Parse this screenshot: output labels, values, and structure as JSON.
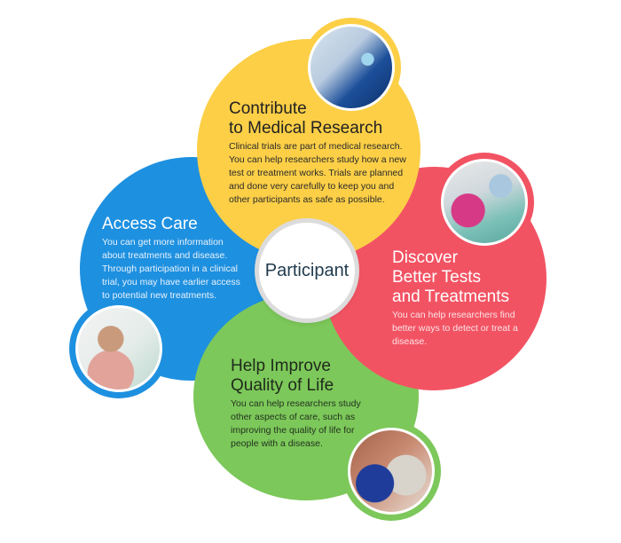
{
  "colors": {
    "yellow": "#fccf47",
    "blue": "#1e90e0",
    "red": "#f25363",
    "green": "#7cc85a",
    "center_text": "#1f3a4d"
  },
  "center": {
    "label": "Participant"
  },
  "sections": {
    "research": {
      "title_line1": "Contribute",
      "title_line2": "to Medical Research",
      "body": "Clinical trials are part of medical research. You can help researchers study how a new test or treatment works. Trials are planned and done very carefully to keep you and other participants as safe as possible.",
      "photo": "lab-vial-photo"
    },
    "access": {
      "title_line1": "Access Care",
      "body": "You can get more information about treatments and disease. Through participation in a clinical trial, you may have earlier access to potential new treatments.",
      "photo": "patient-in-bed-photo"
    },
    "discover": {
      "title_line1": "Discover",
      "title_line2": "Better Tests",
      "title_line3": "and Treatments",
      "body": "You can help researchers find better ways to detect or treat a disease.",
      "photo": "nurses-photo"
    },
    "quality": {
      "title_line1": "Help Improve",
      "title_line2": "Quality of Life",
      "body": "You can help researchers study other aspects of care, such as improving the quality of life for people with a disease.",
      "photo": "caregiver-elderly-photo"
    }
  }
}
